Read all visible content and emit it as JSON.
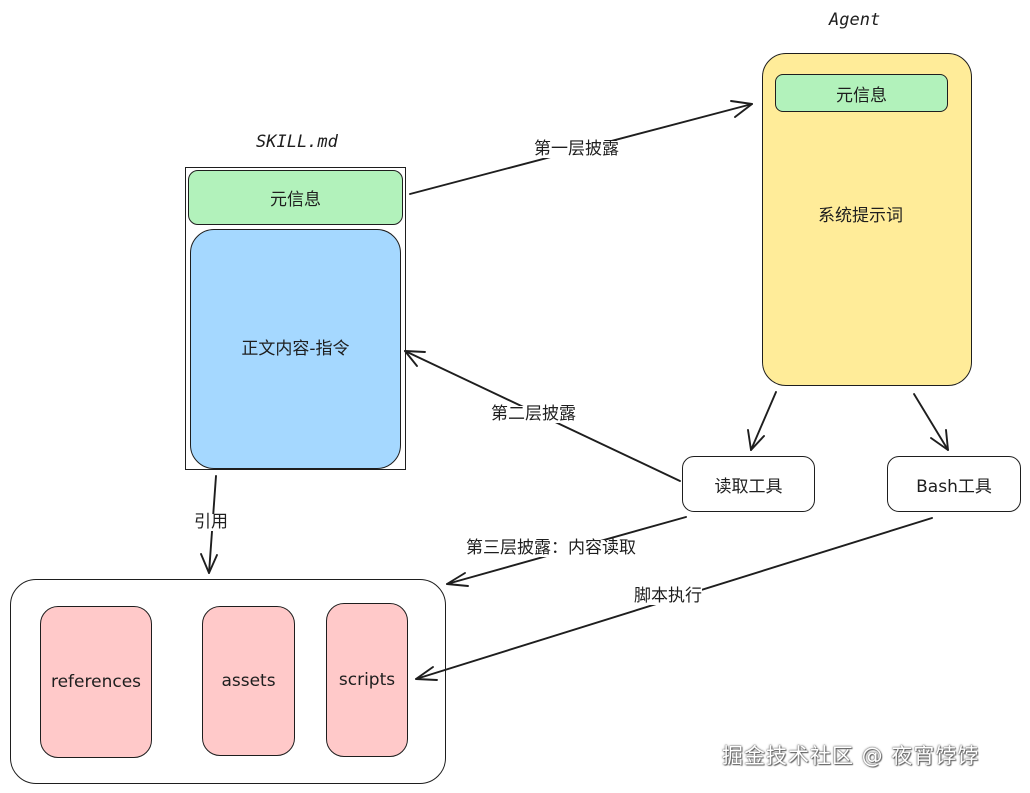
{
  "skill_file": {
    "title": "SKILL.md",
    "meta_label": "元信息",
    "body_label": "正文内容-指令"
  },
  "agent": {
    "title": "Agent",
    "meta_label": "元信息",
    "system_prompt_label": "系统提示词"
  },
  "tools": {
    "read_tool": "读取工具",
    "bash_tool": "Bash工具"
  },
  "resources": {
    "references": "references",
    "assets": "assets",
    "scripts": "scripts"
  },
  "edges": {
    "layer1": "第一层披露",
    "layer2": "第二层披露",
    "layer3": "第三层披露：内容读取",
    "reference": "引用",
    "script_exec": "脚本执行"
  },
  "watermark": "掘金技术社区 @ 夜宵饽饽",
  "colors": {
    "meta_green": "#b2f2bb",
    "body_blue": "#a5d8ff",
    "agent_yellow": "#ffec99",
    "resource_pink": "#ffc9c9",
    "stroke": "#1e1e1e"
  }
}
